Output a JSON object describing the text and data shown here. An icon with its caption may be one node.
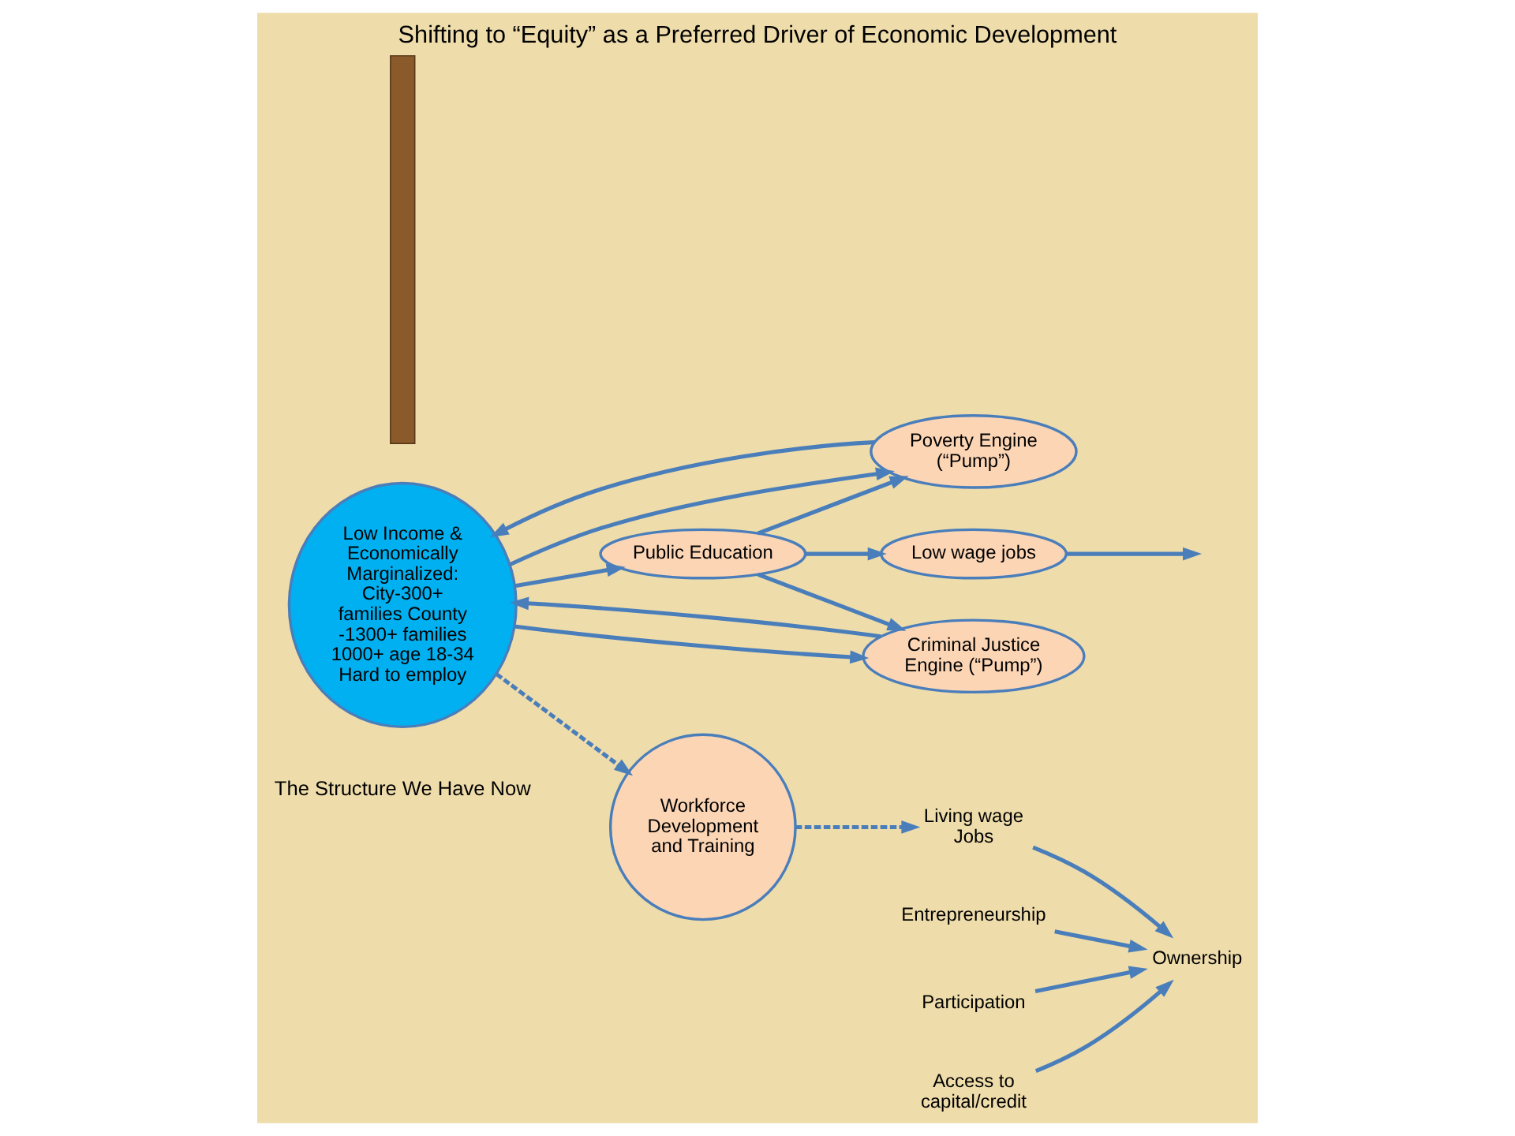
{
  "diagram": {
    "title": "Shifting to “Equity” as a Preferred Driver of Economic Development",
    "nodes": [
      {
        "text": [
          "Low Income & Economically Marginalized: City-300+ families County -1300+ families 1000+ age 18-34 Hard to employ"
        ]
      },
      {
        "text": [
          "Poverty Engine (“Pump”)"
        ]
      },
      {
        "text": [
          "Low wage jobs"
        ]
      },
      {
        "text": [
          "Public Education"
        ]
      },
      {
        "text": [
          "Workforce Development and Training"
        ]
      },
      {
        "text": [
          "Criminal Justice Engine (“Pump”)"
        ]
      },
      {
        "text": [],
        "shape": "bar"
      },
      {
        "text": [
          "Ownership"
        ]
      },
      {
        "text": [
          "Living wage Jobs"
        ]
      },
      {
        "text": [
          "Entrepreneurship"
        ]
      },
      {
        "text": [
          "Participation"
        ]
      },
      {
        "text": [
          "Access to capital/credit"
        ]
      }
    ],
    "edges": [
      {
        "from": 0,
        "to": 3,
        "arrow": "to"
      },
      {
        "from": 0,
        "to": 1,
        "arrow": "to"
      },
      {
        "from": 3,
        "to": 1,
        "arrow": "to"
      },
      {
        "from": 3,
        "to": 2,
        "arrow": "to"
      },
      {
        "from": 3,
        "to": 5,
        "arrow": "to"
      },
      {
        "from": 0,
        "to": 4,
        "arrow": "to",
        "style": "dashed"
      },
      {
        "from": 0,
        "to": 5,
        "arrow": "to"
      },
      {
        "from": 5,
        "to": 0,
        "arrow": "to"
      },
      {
        "from": 1,
        "to": 0,
        "arrow": "to"
      },
      {
        "from": 2,
        "to": null,
        "arrow": "to"
      },
      {
        "from": 4,
        "to": 8,
        "arrow": "to",
        "style": "dashed"
      },
      {
        "from": 8,
        "to": 7,
        "arrow": "to"
      },
      {
        "from": 11,
        "to": 7,
        "arrow": "to"
      },
      {
        "from": 10,
        "to": 7,
        "arrow": "to"
      },
      {
        "from": 9,
        "to": 7,
        "arrow": "to"
      }
    ],
    "labels": [
      "The Structure We Have Now"
    ]
  }
}
